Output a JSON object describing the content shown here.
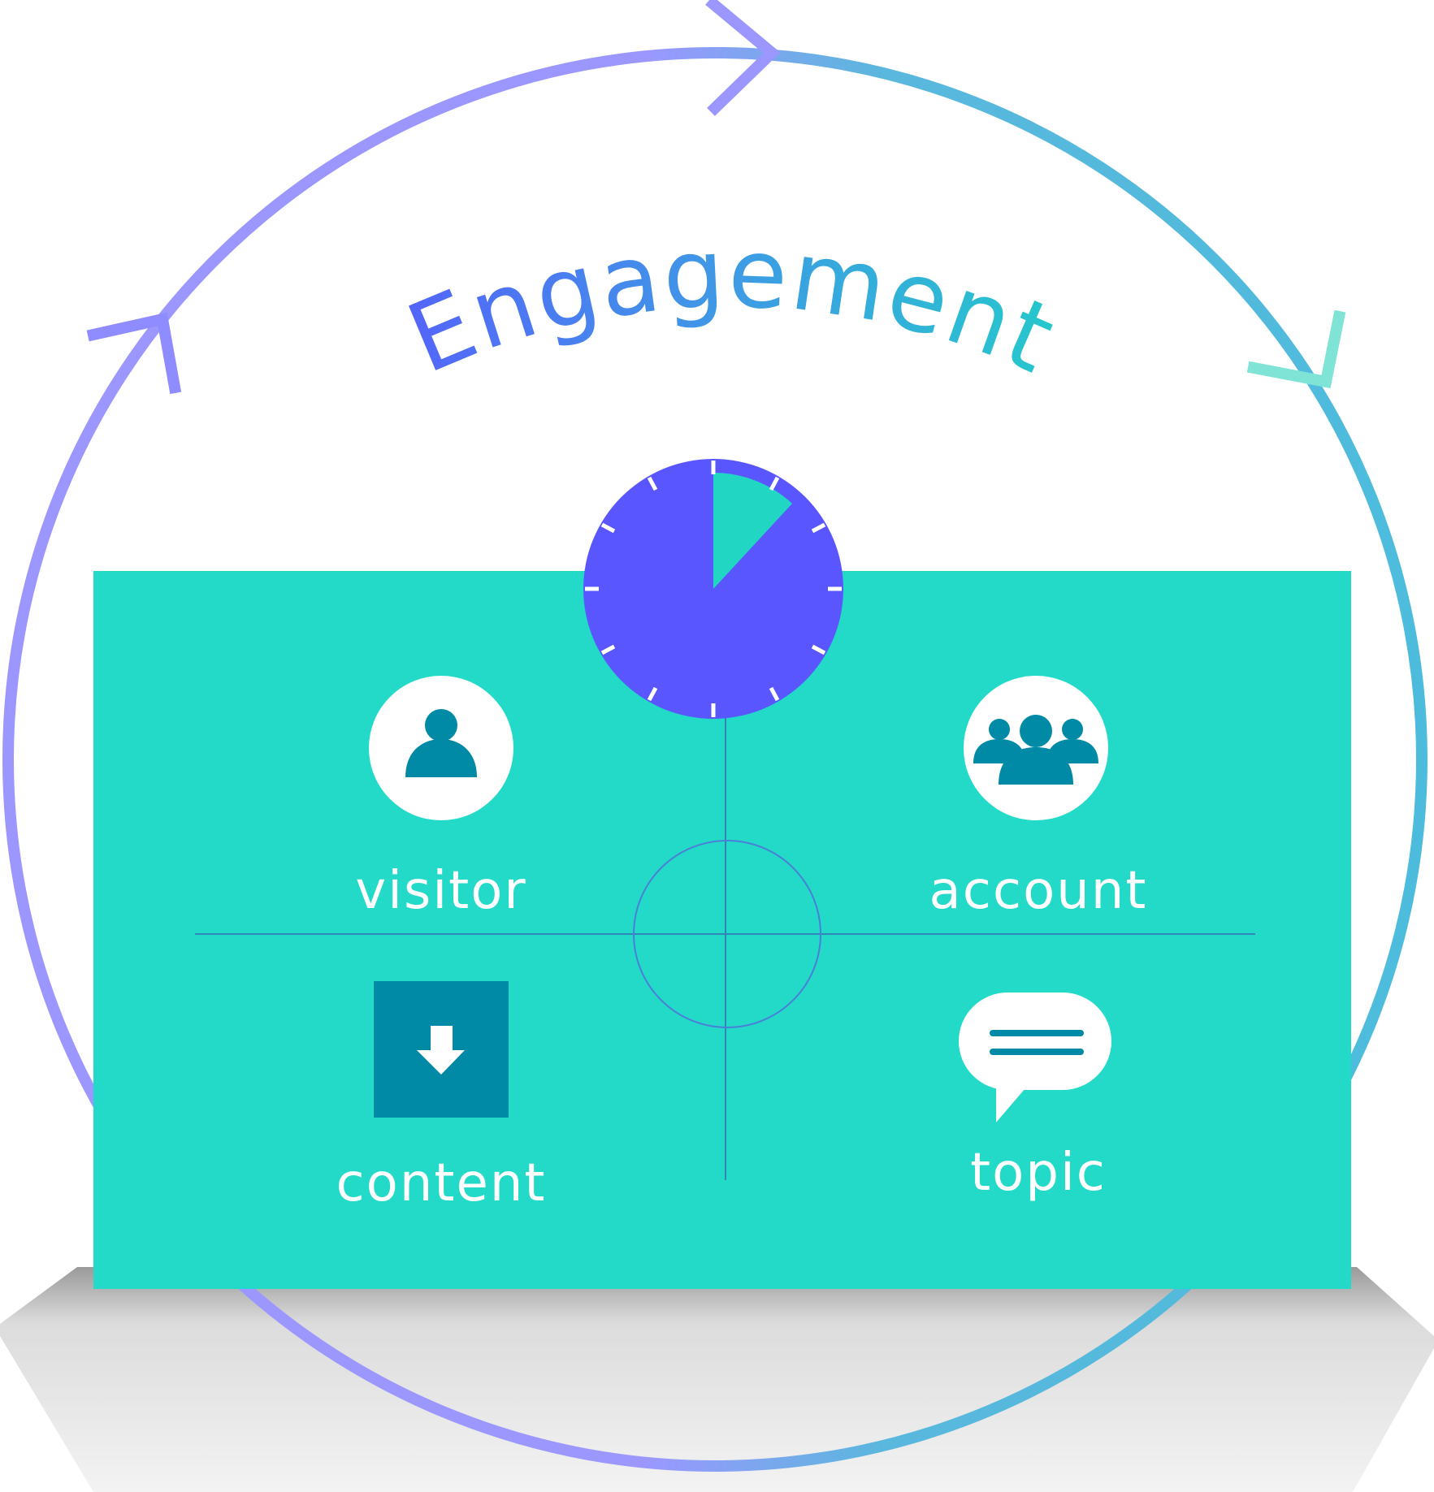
{
  "title": "Engagement",
  "quadrants": {
    "visitor": {
      "label": "visitor",
      "icon": "person-icon"
    },
    "account": {
      "label": "account",
      "icon": "group-icon"
    },
    "content": {
      "label": "content",
      "icon": "download-icon"
    },
    "topic": {
      "label": "topic",
      "icon": "speech-bubble-icon"
    }
  },
  "colors": {
    "panel": "#22dac7",
    "icon_dark": "#008aa6",
    "clock_face": "#5a56ff",
    "clock_wedge": "#22d6c4",
    "ring_start": "#9b97ff",
    "ring_end": "#4dbcdc",
    "title_start": "#5a56ff",
    "title_end": "#22cfc8",
    "label": "#ffffff",
    "shadow": "#f1f1f1"
  }
}
